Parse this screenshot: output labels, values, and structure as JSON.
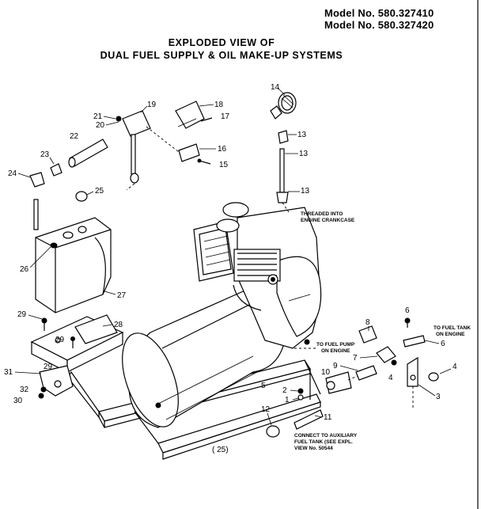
{
  "header": {
    "model_line_1": "Model No. 580.327410",
    "model_line_2": "Model No. 580.327420",
    "title_line_1": "EXPLODED VIEW OF",
    "title_line_2": "DUAL FUEL SUPPLY & OIL MAKE-UP SYSTEMS"
  },
  "callouts": {
    "1": "1",
    "2": "2",
    "3": "3",
    "4a": "4",
    "4b": "4",
    "5": "5",
    "6a": "6",
    "6b": "6",
    "7": "7",
    "8": "8",
    "9": "9",
    "10": "10",
    "11": "11",
    "12": "12",
    "13a": "13",
    "13b": "13",
    "13c": "13",
    "14": "14",
    "15": "15",
    "16": "16",
    "17": "17",
    "18": "18",
    "19": "19",
    "20": "20",
    "21": "21",
    "22": "22",
    "23": "23",
    "24": "24",
    "25": "25",
    "26": "26",
    "27": "27",
    "28": "28",
    "29a": "29",
    "29b": "29",
    "29c": "29",
    "30": "30",
    "31": "31",
    "32": "32"
  },
  "notes": {
    "threaded_l1": "THREADED INTO",
    "threaded_l2": "ENGINE CRANKCASE",
    "pump_l1": "TO FUEL PUMP",
    "pump_l2": "ON ENGINE",
    "tank_l1": "TO FUEL TANK",
    "tank_l2": "ON ENGINE",
    "aux_l1": "CONNECT TO AUXILIARY",
    "aux_l2": "FUEL TANK (SEE EXPL.",
    "aux_l3": "VIEW No. 50544"
  },
  "figure_mark": "( 25)"
}
